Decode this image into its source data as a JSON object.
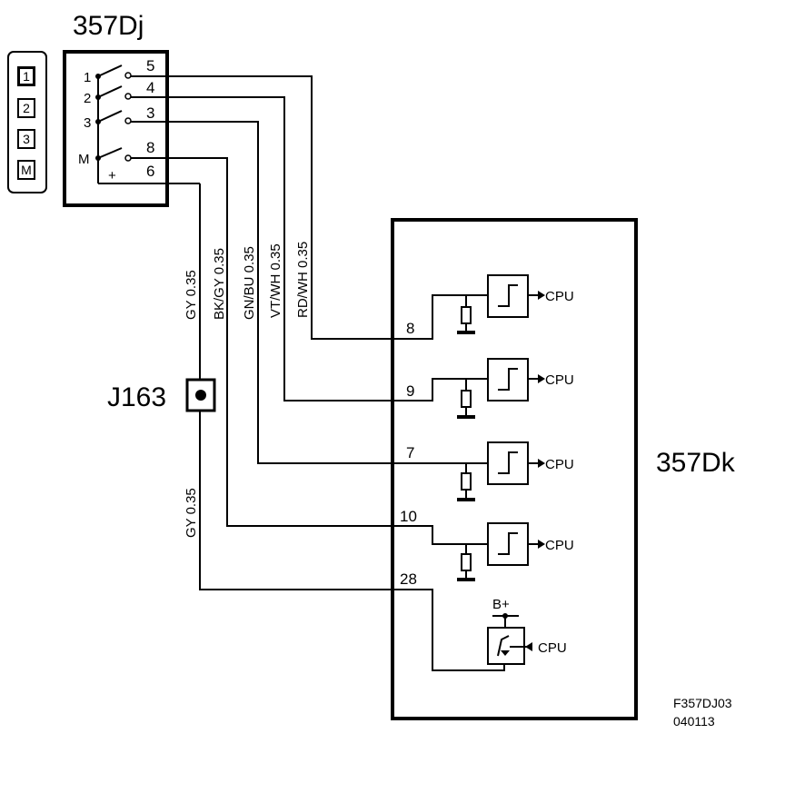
{
  "switch_block": {
    "title": "357Dj",
    "legend_keys": [
      "1",
      "2",
      "3",
      "M"
    ],
    "switch_labels": [
      "1",
      "2",
      "3",
      "M"
    ],
    "pin_numbers": [
      "5",
      "4",
      "3",
      "8",
      "6"
    ],
    "plus_sign": "+"
  },
  "wires": [
    {
      "color_code": "RD/WH",
      "size": "0.35"
    },
    {
      "color_code": "VT/WH",
      "size": "0.35"
    },
    {
      "color_code": "GN/BU",
      "size": "0.35"
    },
    {
      "color_code": "BK/GY",
      "size": "0.35"
    },
    {
      "color_code": "GY",
      "size": "0.35"
    }
  ],
  "lower_wire": {
    "color_code": "GY",
    "size": "0.35"
  },
  "junction": {
    "label": "J163"
  },
  "module": {
    "title": "357Dk",
    "pins": [
      "8",
      "9",
      "7",
      "10",
      "28"
    ],
    "cpu_label": "CPU",
    "supply_label": "B+"
  },
  "footer": {
    "figure_code": "F357DJ03",
    "date_code": "040113"
  }
}
